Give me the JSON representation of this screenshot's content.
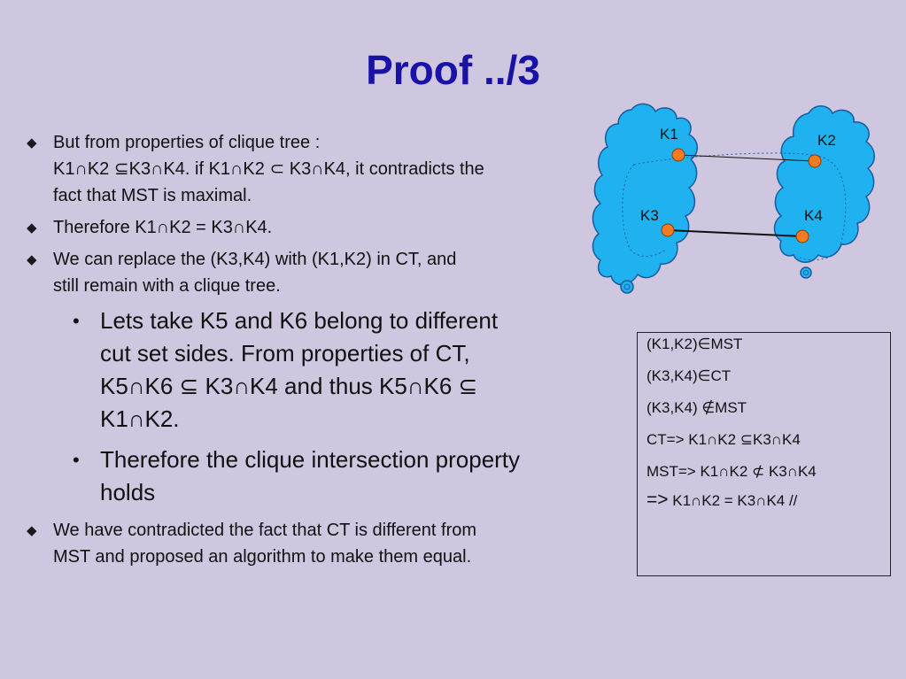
{
  "slide": {
    "title": "Proof ../3"
  },
  "bullets": [
    {
      "level": 1,
      "lines": [
        "But from properties of clique tree :",
        "K1∩K2 ⊆K3∩K4. if K1∩K2 ⊂ K3∩K4, it contradicts the",
        "fact that MST is maximal."
      ]
    },
    {
      "level": 1,
      "lines": [
        "Therefore K1∩K2 = K3∩K4."
      ]
    },
    {
      "level": 1,
      "lines": [
        "We can replace the (K3,K4) with  (K1,K2) in CT, and",
        "still remain with a clique tree."
      ]
    },
    {
      "level": 2,
      "lines": [
        "Lets take K5 and K6 belong to different",
        "cut set sides. From properties of CT,",
        "K5∩K6 ⊆ K3∩K4 and thus K5∩K6 ⊆",
        "K1∩K2."
      ]
    },
    {
      "level": 2,
      "lines": [
        "Therefore the clique intersection property",
        "holds"
      ]
    },
    {
      "level": 1,
      "lines": [
        "We have contradicted the fact that CT is different from",
        "MST and proposed an algorithm to make them equal."
      ]
    }
  ],
  "diagram": {
    "nodes": [
      "K1",
      "K2",
      "K3",
      "K4"
    ],
    "colors": {
      "cloud_fill": "#20b2f0",
      "cloud_stroke": "#1a5a9c",
      "node_fill": "#f47c20",
      "edge": "#111111"
    }
  },
  "summary_box": {
    "lines": [
      "(K1,K2)∈MST",
      "(K3,K4)∈CT",
      "(K3,K4) ∉MST",
      "CT=> K1∩K2 ⊆K3∩K4",
      "MST=> K1∩K2 ⊄ K3∩K4"
    ],
    "last_arrow": "=>",
    "last_text": " K1∩K2 = K3∩K4 //"
  },
  "colors": {
    "background": "#cfc6e0",
    "title": "#1a12a6"
  }
}
